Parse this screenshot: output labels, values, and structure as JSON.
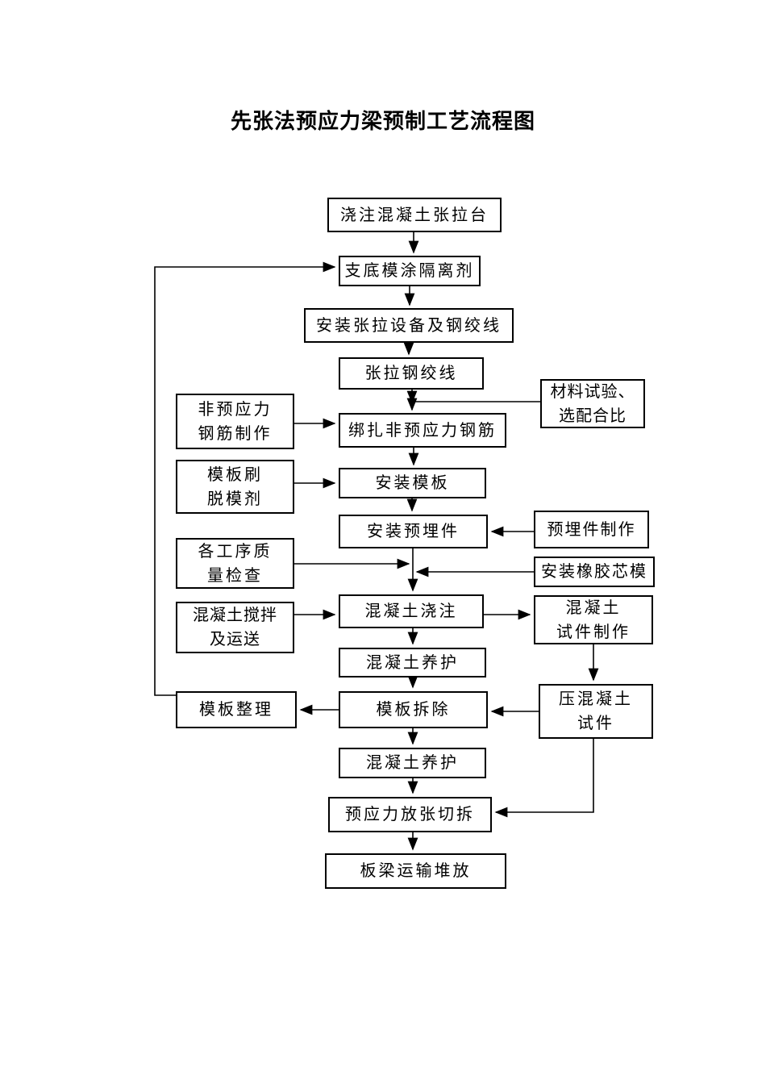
{
  "title": "先张法预应力梁预制工艺流程图",
  "colors": {
    "line": "#000000",
    "background": "#ffffff",
    "text": "#000000"
  },
  "nodes": [
    {
      "id": "cast-concrete-tension-bed",
      "label": "浇注混凝土张拉台",
      "lines": [
        "浇注混凝土张拉台"
      ]
    },
    {
      "id": "set-bottom-form-release-agent",
      "label": "支底模涂隔离剂",
      "lines": [
        "支底模涂隔离剂"
      ]
    },
    {
      "id": "install-tension-equipment-strands",
      "label": "安装张拉设备及钢绞线",
      "lines": [
        "安装张拉设备及钢绞线"
      ]
    },
    {
      "id": "tension-strands",
      "label": "张拉钢绞线",
      "lines": [
        "张拉钢绞线"
      ]
    },
    {
      "id": "material-test-mix-design",
      "label": "材料试验、选配合比",
      "lines": [
        "材料试验、",
        "选配合比"
      ]
    },
    {
      "id": "non-prestressed-rebar-fabrication",
      "label": "非预应力钢筋制作",
      "lines": [
        "非预应力",
        "钢筋制作"
      ]
    },
    {
      "id": "tie-non-prestressed-rebar",
      "label": "绑扎非预应力钢筋",
      "lines": [
        "绑扎非预应力钢筋"
      ]
    },
    {
      "id": "form-release-coating",
      "label": "模板刷脱模剂",
      "lines": [
        "模板刷",
        "脱模剂"
      ]
    },
    {
      "id": "install-formwork",
      "label": "安装模板",
      "lines": [
        "安装模板"
      ]
    },
    {
      "id": "install-embedded-parts",
      "label": "安装预埋件",
      "lines": [
        "安装预埋件"
      ]
    },
    {
      "id": "embedded-parts-fabrication",
      "label": "预埋件制作",
      "lines": [
        "预埋件制作"
      ]
    },
    {
      "id": "install-rubber-core-mold",
      "label": "安装橡胶芯模",
      "lines": [
        "安装橡胶芯模"
      ]
    },
    {
      "id": "process-quality-inspection",
      "label": "各工序质量检查",
      "lines": [
        "各工序质",
        "量检查"
      ]
    },
    {
      "id": "concrete-mixing-transport",
      "label": "混凝土搅拌及运送",
      "lines": [
        "混凝土搅拌",
        "及运送"
      ]
    },
    {
      "id": "concrete-pouring",
      "label": "混凝土浇注",
      "lines": [
        "混凝土浇注"
      ]
    },
    {
      "id": "concrete-specimen-making",
      "label": "混凝土试件制作",
      "lines": [
        "混凝土",
        "试件制作"
      ]
    },
    {
      "id": "concrete-curing-1",
      "label": "混凝土养护",
      "lines": [
        "混凝土养护"
      ]
    },
    {
      "id": "formwork-tidying",
      "label": "模板整理",
      "lines": [
        "模板整理"
      ]
    },
    {
      "id": "formwork-removal",
      "label": "模板拆除",
      "lines": [
        "模板拆除"
      ]
    },
    {
      "id": "press-concrete-specimen",
      "label": "压混凝土试件",
      "lines": [
        "压混凝土",
        "试件"
      ]
    },
    {
      "id": "concrete-curing-2",
      "label": "混凝土养护",
      "lines": [
        "混凝土养护"
      ]
    },
    {
      "id": "prestress-release-cutting",
      "label": "预应力放张切拆",
      "lines": [
        "预应力放张切拆"
      ]
    },
    {
      "id": "beam-transport-stacking",
      "label": "板梁运输堆放",
      "lines": [
        "板梁运输堆放"
      ]
    }
  ],
  "edges": [
    {
      "from": "cast-concrete-tension-bed",
      "to": "set-bottom-form-release-agent"
    },
    {
      "from": "set-bottom-form-release-agent",
      "to": "install-tension-equipment-strands"
    },
    {
      "from": "install-tension-equipment-strands",
      "to": "tension-strands"
    },
    {
      "from": "tension-strands",
      "to": "tie-non-prestressed-rebar"
    },
    {
      "from": "material-test-mix-design",
      "to": "tie-non-prestressed-rebar"
    },
    {
      "from": "non-prestressed-rebar-fabrication",
      "to": "tie-non-prestressed-rebar"
    },
    {
      "from": "tie-non-prestressed-rebar",
      "to": "install-formwork"
    },
    {
      "from": "form-release-coating",
      "to": "install-formwork"
    },
    {
      "from": "install-formwork",
      "to": "install-embedded-parts"
    },
    {
      "from": "embedded-parts-fabrication",
      "to": "install-embedded-parts"
    },
    {
      "from": "install-embedded-parts",
      "to": "concrete-pouring"
    },
    {
      "from": "process-quality-inspection",
      "to": "concrete-pouring"
    },
    {
      "from": "install-rubber-core-mold",
      "to": "concrete-pouring"
    },
    {
      "from": "concrete-mixing-transport",
      "to": "concrete-pouring"
    },
    {
      "from": "concrete-pouring",
      "to": "concrete-specimen-making"
    },
    {
      "from": "concrete-pouring",
      "to": "concrete-curing-1"
    },
    {
      "from": "concrete-specimen-making",
      "to": "press-concrete-specimen"
    },
    {
      "from": "concrete-curing-1",
      "to": "formwork-removal"
    },
    {
      "from": "formwork-removal",
      "to": "formwork-tidying"
    },
    {
      "from": "press-concrete-specimen",
      "to": "formwork-removal"
    },
    {
      "from": "formwork-removal",
      "to": "concrete-curing-2"
    },
    {
      "from": "concrete-curing-2",
      "to": "prestress-release-cutting"
    },
    {
      "from": "press-concrete-specimen",
      "to": "prestress-release-cutting"
    },
    {
      "from": "prestress-release-cutting",
      "to": "beam-transport-stacking"
    },
    {
      "from": "formwork-tidying",
      "to": "set-bottom-form-release-agent"
    }
  ]
}
